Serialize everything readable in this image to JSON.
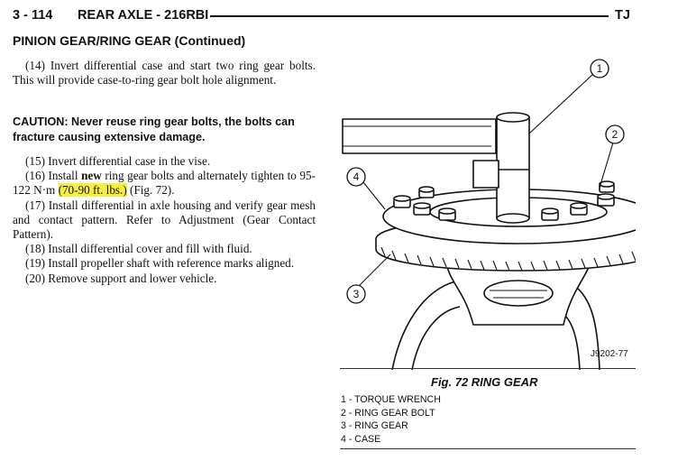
{
  "header": {
    "page_number": "3 - 114",
    "section": "REAR AXLE - 216RBI",
    "model": "TJ"
  },
  "section_title": "PINION GEAR/RING GEAR (Continued)",
  "steps": {
    "s14": "(14) Invert differential case and start two ring gear bolts. This will provide case-to-ring gear bolt hole alignment.",
    "caution": "CAUTION: Never reuse ring gear bolts, the bolts can fracture causing extensive damage.",
    "s15": "(15) Invert differential case in the vise.",
    "s16_a": "(16) Install ",
    "s16_bold": "new",
    "s16_b": " ring gear bolts and alternately tighten to 95-122 N·m ",
    "s16_highlight": "(70-90 ft. lbs.)",
    "s16_c": " (Fig. 72).",
    "s17": "(17) Install differential in axle housing and verify gear mesh and contact pattern. Refer to Adjustment (Gear Contact Pattern).",
    "s18": "(18) Install differential cover and fill with fluid.",
    "s19": "(19) Install propeller shaft with reference marks aligned.",
    "s20": "(20) Remove support and lower vehicle."
  },
  "figure": {
    "callouts": [
      "1",
      "2",
      "3",
      "4"
    ],
    "drawing_code": "J9202-77",
    "caption": "Fig. 72 RING GEAR",
    "legend": [
      "1 - TORQUE WRENCH",
      "2 - RING GEAR BOLT",
      "3 - RING GEAR",
      "4 - CASE"
    ]
  },
  "colors": {
    "highlight": "#f6f03c",
    "ink": "#111111"
  }
}
